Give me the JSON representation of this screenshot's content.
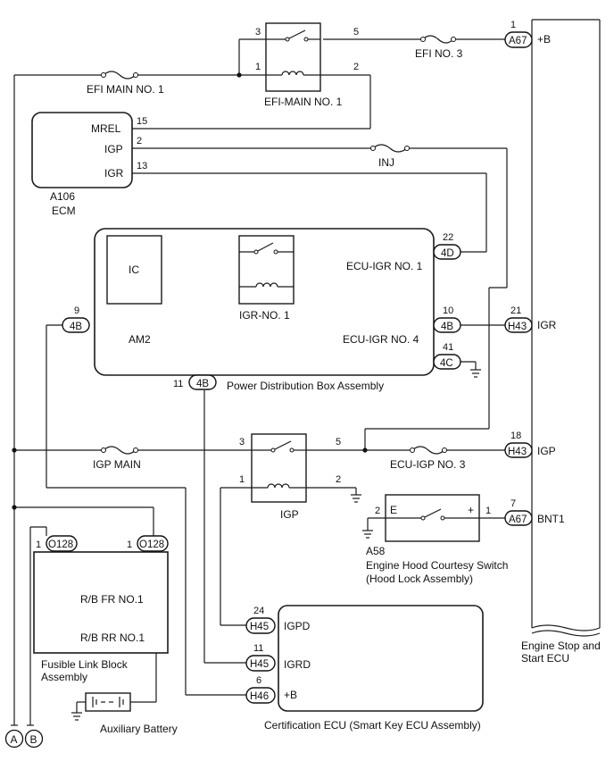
{
  "components": {
    "efi_main_relay": "EFI-MAIN NO. 1",
    "efi_main_fuse": "EFI MAIN NO. 1",
    "efi3_fuse": "EFI NO. 3",
    "ecm_code": "A106",
    "ecm": "ECM",
    "ecm_pins": [
      "MREL",
      "IGP",
      "IGR"
    ],
    "inj_fuse": "INJ",
    "ic": "IC",
    "ecu_igr1": "ECU-IGR NO. 1",
    "ecu_igr4": "ECU-IGR NO. 4",
    "igr_relay": "IGR-NO. 1",
    "am2": "AM2",
    "pdb": "Power Distribution Box Assembly",
    "igp_main": "IGP MAIN",
    "igp_relay": "IGP",
    "ecu_igp3": "ECU-IGP NO. 3",
    "rb_fr": "R/B FR NO.1",
    "rb_rr": "R/B RR NO.1",
    "fusible_1": "Fusible Link Block",
    "fusible_2": "Assembly",
    "aux_battery": "Auxiliary Battery",
    "hood_switch_code": "A58",
    "hood_switch_1": "Engine Hood Courtesy Switch",
    "hood_switch_2": "(Hood Lock Assembly)",
    "hood_e": "E",
    "hood_plus": "+",
    "cert_ecu": "Certification ECU (Smart Key ECU Assembly)",
    "cert_pins": [
      "IGPD",
      "IGRD",
      "+B"
    ],
    "stop_start_1": "Engine Stop and",
    "stop_start_2": "Start ECU",
    "stop_pins": [
      "+B",
      "IGR",
      "IGP",
      "BNT1"
    ],
    "terminals": [
      "A",
      "B"
    ]
  },
  "connectors": [
    "A67",
    "4D",
    "4B",
    "H43",
    "4C",
    "4B",
    "H43",
    "A67",
    "O128",
    "O128",
    "H45",
    "H45",
    "H46",
    "4B"
  ],
  "pin_numbers": {
    "relay1": [
      "3",
      "5",
      "1",
      "2"
    ],
    "ecm": [
      "15",
      "2",
      "13"
    ],
    "stop_ecu": [
      "1",
      "21",
      "18",
      "7"
    ],
    "pdb": [
      "22",
      "10",
      "41",
      "9",
      "11"
    ],
    "igp_relay": [
      "3",
      "5",
      "1",
      "2"
    ],
    "hood": [
      "2",
      "1"
    ],
    "fusible": [
      "1",
      "1"
    ],
    "cert": [
      "24",
      "11",
      "6"
    ]
  }
}
